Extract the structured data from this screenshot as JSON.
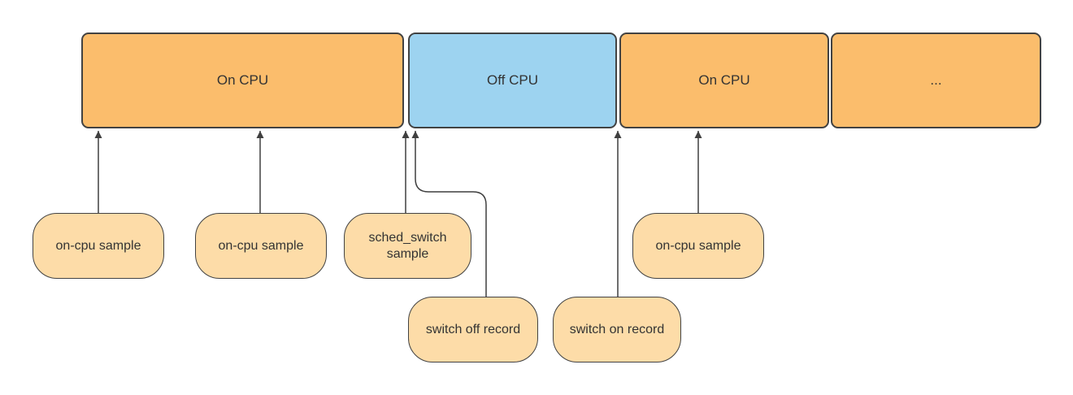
{
  "diagram": {
    "type": "cpu-scheduling-timeline",
    "blocks": [
      {
        "label": "On CPU",
        "state": "on-cpu"
      },
      {
        "label": "Off CPU",
        "state": "off-cpu"
      },
      {
        "label": "On CPU",
        "state": "on-cpu"
      },
      {
        "label": "...",
        "state": "on-cpu"
      }
    ],
    "pills": [
      {
        "label": "on-cpu sample",
        "points_to": "On CPU (1st block)"
      },
      {
        "label": "on-cpu sample",
        "points_to": "On CPU (1st block)"
      },
      {
        "label": "sched_switch sample",
        "points_to": "end of 1st On CPU block"
      },
      {
        "label": "switch off record",
        "points_to": "start of Off CPU block"
      },
      {
        "label": "switch on record",
        "points_to": "start of 2nd On CPU block"
      },
      {
        "label": "on-cpu sample",
        "points_to": "On CPU (2nd block)"
      }
    ],
    "colors": {
      "on_cpu_fill": "#FBBD6C",
      "off_cpu_fill": "#9DD3F0",
      "pill_fill": "#FDDCA8",
      "stroke": "#424242",
      "arrow": "#3F3F3F",
      "text": "#333333",
      "background": "#FFFFFF"
    }
  }
}
